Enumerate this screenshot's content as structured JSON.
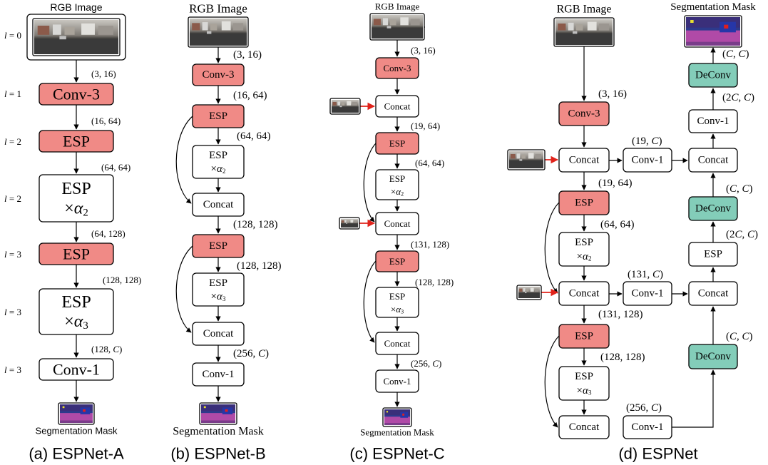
{
  "colors": {
    "esp_red": "#f08a86",
    "deconv_teal": "#83cdb9",
    "plain": "#ffffff",
    "arrow": "#000000",
    "input_arrow": "#e0221a"
  },
  "rgb_image_label": "RGB Image",
  "segmentation_mask_label": "Segmentation Mask",
  "panel_a": {
    "caption": "(a) ESPNet-A",
    "levels": [
      "l = 0",
      "l = 1",
      "l = 2",
      "l = 2",
      "l = 3",
      "l = 3",
      "l = 3"
    ],
    "blocks": [
      "Conv-3",
      "ESP",
      "ESP",
      "×α2",
      "ESP",
      "ESP",
      "×α3",
      "Conv-1"
    ],
    "dims": [
      "(3, 16)",
      "(16, 64)",
      "(64, 64)",
      "(64, 128)",
      "(128, 128)",
      "(128, C)"
    ]
  },
  "panel_b": {
    "caption": "(b) ESPNet-B",
    "blocks": [
      "Conv-3",
      "ESP",
      "ESP",
      "×α2",
      "Concat",
      "ESP",
      "ESP",
      "×α3",
      "Concat",
      "Conv-1"
    ],
    "dims": [
      "(3, 16)",
      "(16, 64)",
      "(64, 64)",
      "(128, 128)",
      "(128, 128)",
      "(256, C)"
    ]
  },
  "panel_c": {
    "caption": "(c) ESPNet-C",
    "blocks": [
      "Conv-3",
      "Concat",
      "ESP",
      "ESP",
      "×α2",
      "Concat",
      "ESP",
      "ESP",
      "×α3",
      "Concat",
      "Conv-1"
    ],
    "dims": [
      "(3, 16)",
      "(19, 64)",
      "(64, 64)",
      "(131, 128)",
      "(128, 128)",
      "(256, C)"
    ]
  },
  "panel_d": {
    "caption": "(d) ESPNet",
    "blocks": [
      "Conv-3",
      "Concat",
      "ESP",
      "ESP",
      "×α2",
      "Concat",
      "ESP",
      "ESP",
      "×α3",
      "Concat",
      "Conv-1",
      "Conv-1",
      "Conv-1",
      "Concat",
      "Concat",
      "Conv-1",
      "DeConv",
      "ESP",
      "DeConv",
      "DeConv"
    ],
    "dims": [
      "(3, 16)",
      "(19, C)",
      "(19, 64)",
      "(64, 64)",
      "(131, C)",
      "(131, 128)",
      "(128, 128)",
      "(256, C)",
      "(C, C)",
      "(2C, C)",
      "(C, C)",
      "(2C, C)",
      "(C, C)"
    ]
  }
}
